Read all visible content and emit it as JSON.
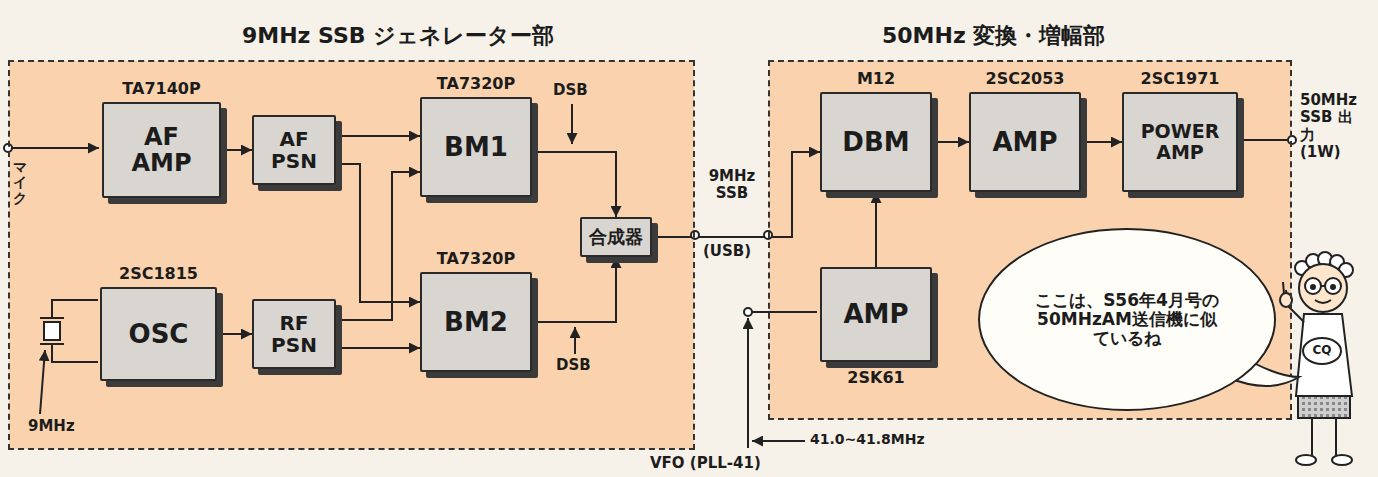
{
  "diagram": {
    "nodes": [
      {
        "text": [
          "9MHz SSB ジェネレーター部"
        ]
      },
      {
        "text": [
          "TA7140P",
          "AF AMP"
        ],
        "in": 0
      },
      {
        "text": [
          "AF PSN"
        ],
        "in": 0
      },
      {
        "text": [
          "TA7320P",
          "BM1"
        ],
        "in": 0
      },
      {
        "text": [
          "2SC1815",
          "OSC"
        ],
        "in": 0
      },
      {
        "text": [
          "RF PSN"
        ],
        "in": 0
      },
      {
        "text": [
          "TA7320P",
          "BM2"
        ],
        "in": 0
      },
      {
        "text": [
          "合成器"
        ],
        "in": 0
      },
      {
        "text": [
          "50MHz 変換・増幅部"
        ]
      },
      {
        "text": [
          "M12",
          "DBM"
        ],
        "in": 8
      },
      {
        "text": [
          "2SC2053",
          "AMP"
        ],
        "in": 8
      },
      {
        "text": [
          "2SC1971",
          "POWER AMP"
        ],
        "in": 8
      },
      {
        "text": [
          "AMP",
          "2SK61"
        ],
        "in": 8
      },
      {
        "text": [
          "ここは、S56年4月号の50MHzAM送信機に似ているね"
        ],
        "in": 8
      }
    ],
    "edges": [
      {
        "from": 1,
        "to": 2,
        "arrow": "to"
      },
      {
        "from": 2,
        "to": 3,
        "arrow": "to"
      },
      {
        "from": 2,
        "to": 6,
        "arrow": "to"
      },
      {
        "from": 4,
        "to": 5,
        "arrow": "to"
      },
      {
        "from": 5,
        "to": 3,
        "arrow": "to"
      },
      {
        "from": 5,
        "to": 6,
        "arrow": "to"
      },
      {
        "from": 3,
        "to": 7,
        "arrow": "to"
      },
      {
        "from": 6,
        "to": 7,
        "arrow": "to"
      },
      {
        "from": 7,
        "to": 9,
        "arrow": "to"
      },
      {
        "from": 12,
        "to": 9,
        "arrow": "to"
      },
      {
        "from": 9,
        "to": 10,
        "arrow": "to"
      },
      {
        "from": 10,
        "to": 11,
        "arrow": "to"
      }
    ],
    "labels": [
      "マイク",
      "9MHz",
      "DSB",
      "DSB",
      "9MHz SSB",
      "(USB)",
      "50MHz SSB 出力 (1W)",
      "VFO (PLL-41)",
      "41.0~41.8MHz",
      "CQ"
    ]
  }
}
